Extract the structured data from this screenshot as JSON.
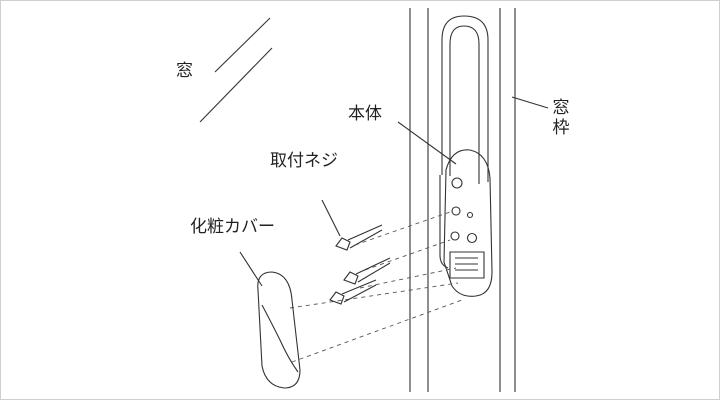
{
  "labels": {
    "window": "窓",
    "body": "本体",
    "window_frame": "窓枠",
    "mounting_screw": "取付ネジ",
    "decorative_cover": "化粧カバー"
  },
  "colors": {
    "line": "#333333",
    "background": "#ffffff",
    "border": "#cfcfcf"
  }
}
